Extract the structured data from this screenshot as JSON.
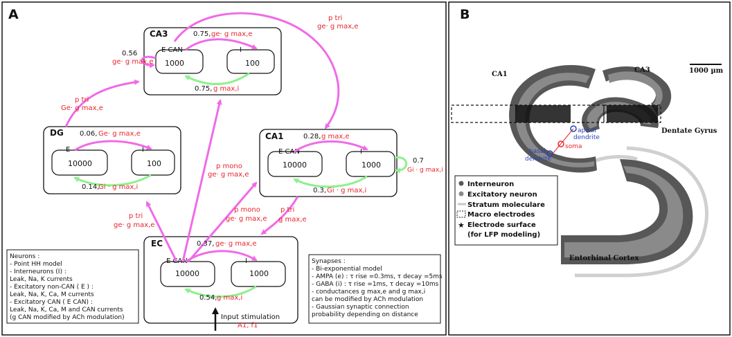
{
  "panel_a": {
    "letter": "A",
    "regions": {
      "ca3": {
        "title": "CA3",
        "e_label": "E CAN",
        "e_count": "1000",
        "i_label": "I",
        "i_count": "100"
      },
      "dg": {
        "title": "DG",
        "e_label": "E",
        "e_count": "10000",
        "i_label": "I",
        "i_count": "100"
      },
      "ca1": {
        "title": "CA1",
        "e_label": "E CAN",
        "e_count": "10000",
        "i_label": "I",
        "i_count": "1000"
      },
      "ec": {
        "title": "EC",
        "e_label": "E CAN",
        "e_count": "10000",
        "i_label": "I",
        "i_count": "1000"
      }
    },
    "connections": {
      "ca3_ei_w": "0.75,",
      "ca3_ei_g": "ge· g max,e",
      "ca3_ie_w": "0.75,",
      "ca3_ie_g": "g max,i",
      "ca3_self_w": "0.56",
      "ca3_self_g": "ge· g max,e",
      "dg_ei_w": "0.06,",
      "dg_ei_g": "Ge· g max,e",
      "dg_ie_w": "0.14,",
      "dg_ie_g": "Gi · g max,i",
      "ca1_ei_w": "0.28,",
      "ca1_ei_g": "g max,e",
      "ca1_ie_w": "0.3,",
      "ca1_ie_g": "Gi · g max,i",
      "ca1_self_w": "0.7",
      "ca1_self_g": "Gi · g max,i",
      "ec_ei_w": "0.37,",
      "ec_ei_g": "ge· g max,e",
      "ec_ie_w": "0.54,",
      "ec_ie_g": "g max,i",
      "ca3_ca1_p": "p tri",
      "ca3_ca1_g": "ge· g max,e",
      "dg_ca3_p": "p tri",
      "dg_ca3_g": "Ge· g max,e",
      "ec_dg_p": "p tri",
      "ec_dg_g": "ge· g max,e",
      "ec_ca3_p": "p mono",
      "ec_ca3_g": "ge· g max,e",
      "ec_ca1_p": "p mono",
      "ec_ca1_g": "ge· g max,e",
      "ca1_ec_p": "p tri",
      "ca1_ec_g": "g max,e"
    },
    "input": {
      "label": "Input stimulation",
      "params": "A1, f1"
    },
    "neurons_box": [
      "Neurons :",
      " - Point HH model",
      " - Interneurons (I) :",
      " Leak, Na, K currents",
      " - Excitatory non-CAN ( E ) :",
      " Leak, Na, K, Ca, M currents",
      " - Excitatory CAN ( E CAN) :",
      " Leak, Na, K, Ca, M and CAN currents",
      " (g CAN modified by ACh modulation)"
    ],
    "synapses_box": [
      "Synapses :",
      " - Bi-exponential model",
      " - AMPA (e) : τ rise =0.3ms, τ decay =5ms",
      " - GABA (i) : τ rise =1ms, τ decay =10ms",
      " - conductances g max,e and g max,i",
      " can be modified by ACh modulation",
      " - Gaussian synaptic connection",
      " probability depending on distance"
    ]
  },
  "panel_b": {
    "letter": "B",
    "labels": {
      "ca1": "CA1",
      "ca3": "CA3",
      "dentate": "Dentate Gyrus",
      "entorhinal": "Entorhinal Cortex",
      "scale": "1000 µm",
      "apical": "apical",
      "apical2": "dendrite",
      "basal": "basal",
      "basal2": "dendrite",
      "soma": "soma"
    },
    "legend": [
      {
        "icon": "interneuron-dot",
        "label": "Interneuron"
      },
      {
        "icon": "excitatory-dot",
        "label": "Excitatory neuron"
      },
      {
        "icon": "stratum-line",
        "label": "Stratum moleculare"
      },
      {
        "icon": "macro-electrode-box",
        "label": "Macro electrodes"
      },
      {
        "icon": "star",
        "label": "Electrode surface"
      },
      {
        "icon": "",
        "label": "(for LFP modeling)"
      }
    ]
  },
  "colors": {
    "excitatory_arrow": "#f06ae8",
    "inhibitory_arrow": "#8df08c",
    "red_text": "#e8242b",
    "dark_gray": "#575757",
    "mid_gray": "#8a8a8a",
    "light_gray": "#d0d0d0",
    "blue": "#2a43b8"
  }
}
